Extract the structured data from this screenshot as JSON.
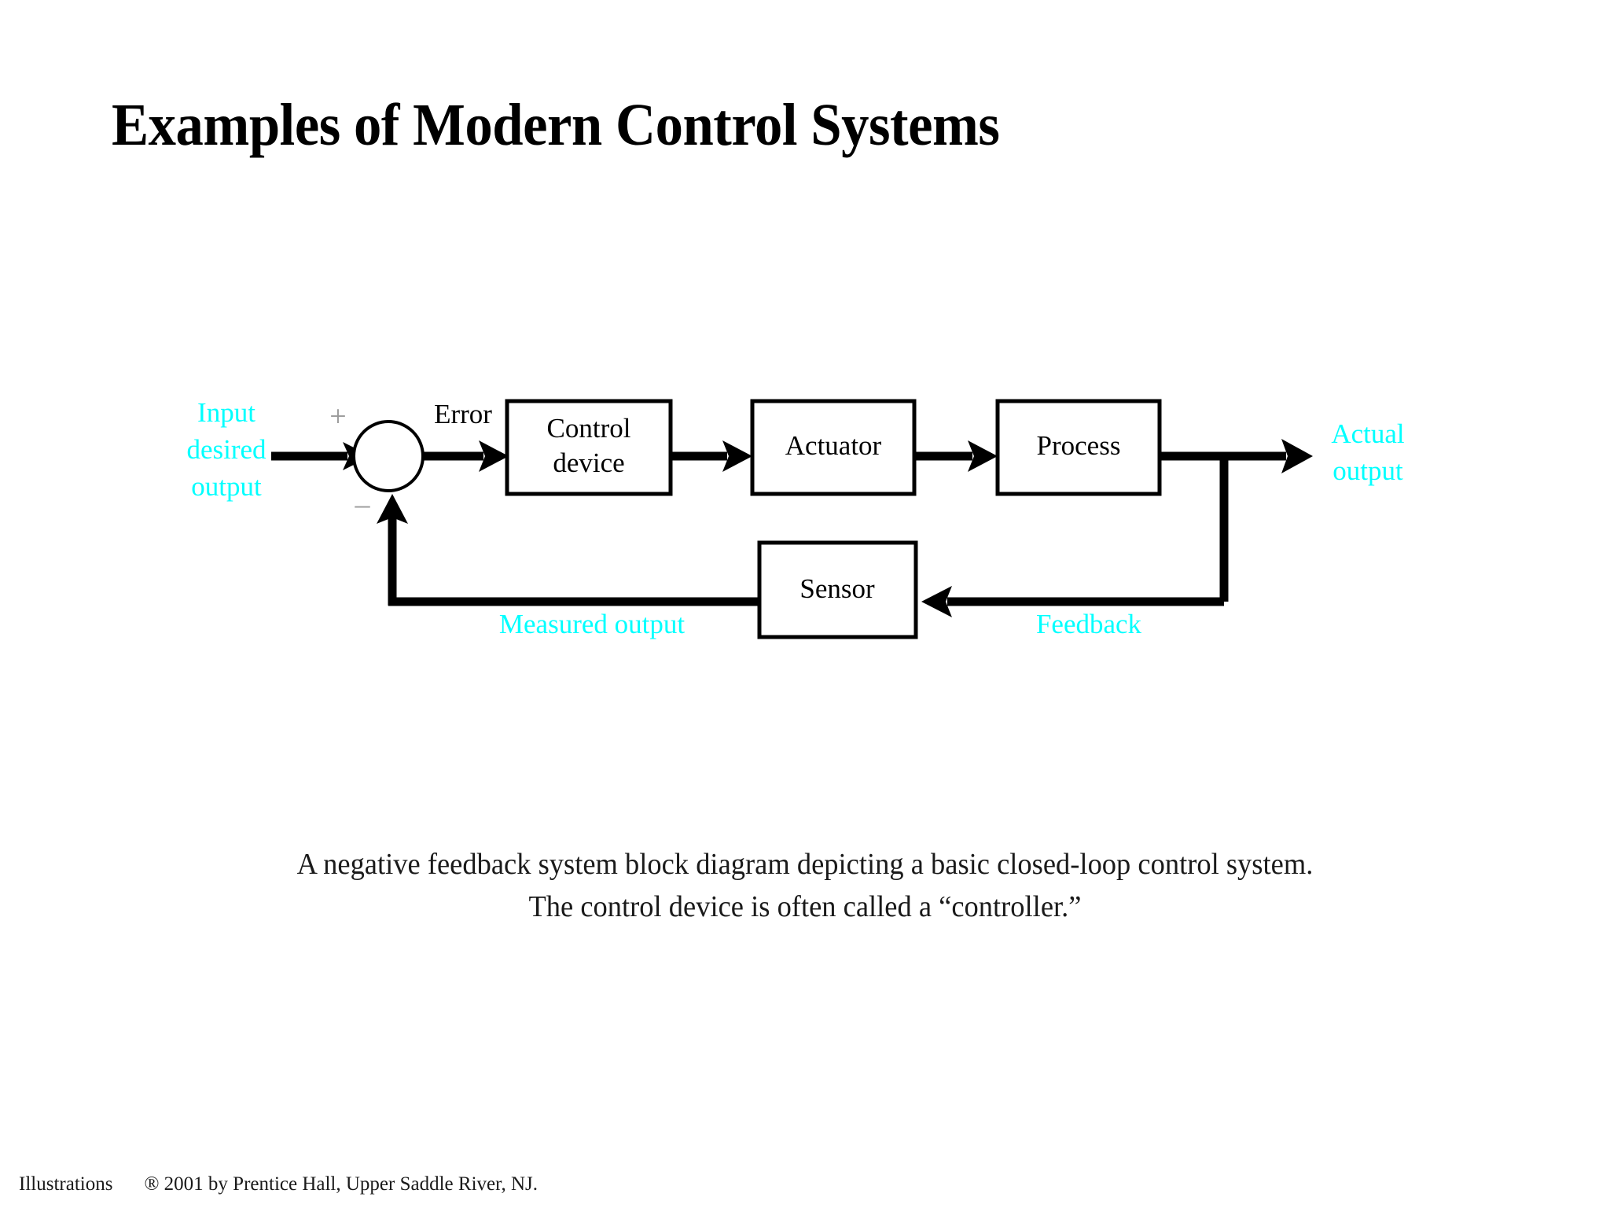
{
  "slide": {
    "title": "Examples of Modern Control Systems"
  },
  "diagram": {
    "type": "block-diagram",
    "name": "negative-feedback-control-loop",
    "blocks": [
      {
        "id": "control-device",
        "label_line1": "Control",
        "label_line2": "device"
      },
      {
        "id": "actuator",
        "label": "Actuator"
      },
      {
        "id": "process",
        "label": "Process"
      },
      {
        "id": "sensor",
        "label": "Sensor"
      }
    ],
    "summing_junction": {
      "plus_sign": "+",
      "minus_sign": "–"
    },
    "signals": {
      "input": "Input\ndesired\noutput",
      "input_line1": "Input",
      "input_line2": "desired",
      "input_line3": "output",
      "error": "Error",
      "actual_output_line1": "Actual",
      "actual_output_line2": "output",
      "measured_output": "Measured output",
      "feedback": "Feedback"
    },
    "colors": {
      "signal_label": "#00ffff",
      "block_stroke": "#000000",
      "wire": "#000000",
      "background": "#ffffff"
    }
  },
  "caption": {
    "line1": "A negative feedback system block diagram depicting a basic closed-loop control system.",
    "line2": "The control device is often called a “controller.”"
  },
  "footer": {
    "left": "Illustrations",
    "right": "® 2001 by Prentice Hall, Upper Saddle River, NJ."
  }
}
